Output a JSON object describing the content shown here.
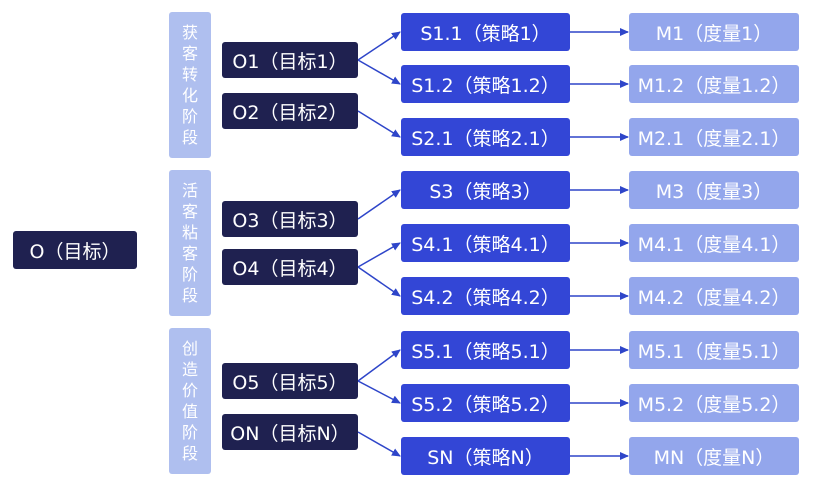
{
  "colors": {
    "objective": "#1f2150",
    "strategy": "#3346d6",
    "measure": "#93a6ec",
    "phase": "#afbfef",
    "line": "#2e45c9"
  },
  "root": {
    "label": "O（目标）"
  },
  "phases": [
    {
      "chars": [
        "获",
        "客",
        "转",
        "化",
        "阶",
        "段"
      ]
    },
    {
      "chars": [
        "活",
        "客",
        "粘",
        "客",
        "阶",
        "段"
      ]
    },
    {
      "chars": [
        "创",
        "造",
        "价",
        "值",
        "阶",
        "段"
      ]
    }
  ],
  "objectives": [
    {
      "label": "O1（目标1）"
    },
    {
      "label": "O2（目标2）"
    },
    {
      "label": "O3（目标3）"
    },
    {
      "label": "O4（目标4）"
    },
    {
      "label": "O5（目标5）"
    },
    {
      "label": "ON（目标N）"
    }
  ],
  "strategies": [
    {
      "label": "S1.1（策略1）"
    },
    {
      "label": "S1.2（策略1.2）"
    },
    {
      "label": "S2.1（策略2.1）"
    },
    {
      "label": "S3（策略3）"
    },
    {
      "label": "S4.1（策略4.1）"
    },
    {
      "label": "S4.2（策略4.2）"
    },
    {
      "label": "S5.1（策略5.1）"
    },
    {
      "label": "S5.2（策略5.2）"
    },
    {
      "label": "SN（策略N）"
    }
  ],
  "measures": [
    {
      "label": "M1（度量1）"
    },
    {
      "label": "M1.2（度量1.2）"
    },
    {
      "label": "M2.1（度量2.1）"
    },
    {
      "label": "M3（度量3）"
    },
    {
      "label": "M4.1（度量4.1）"
    },
    {
      "label": "M4.2（度量4.2）"
    },
    {
      "label": "M5.1（度量5.1）"
    },
    {
      "label": "M5.2（度量5.2）"
    },
    {
      "label": "MN（度量N）"
    }
  ]
}
